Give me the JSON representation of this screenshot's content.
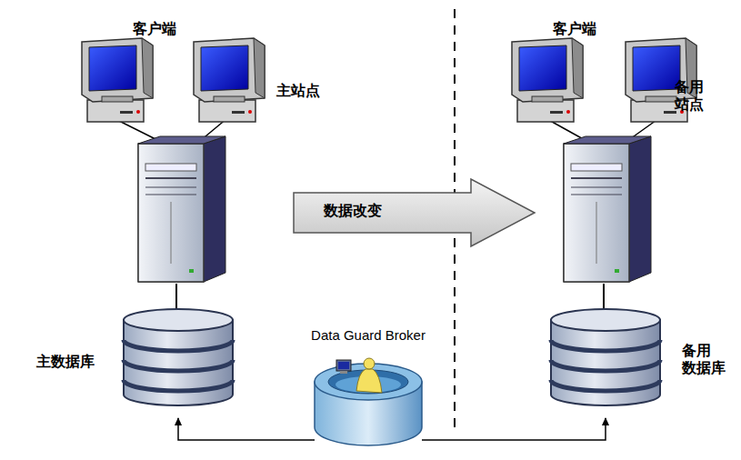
{
  "diagram": {
    "nodes": [
      {
        "text": [
          "主数据库"
        ]
      },
      {
        "text": [
          "备用 数据库"
        ]
      },
      {
        "text": [
          "Data Guard Broker"
        ]
      },
      {
        "text": [
          "数据改变"
        ]
      }
    ],
    "edges": [
      {
        "from": 2,
        "to": 0,
        "arrow": "to"
      },
      {
        "from": 2,
        "to": 1,
        "arrow": "to"
      }
    ],
    "labels": [
      "客户端",
      "主站点",
      "客户端",
      "备用 站点"
    ]
  }
}
